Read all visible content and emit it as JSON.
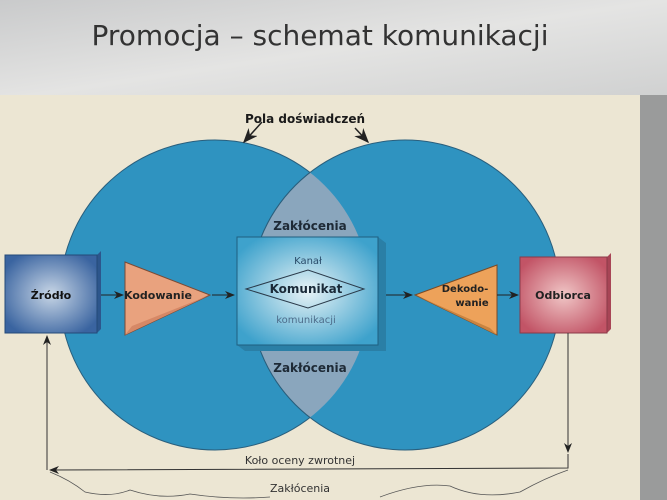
{
  "slide": {
    "title": "Promocja – schemat komunikacji"
  },
  "diagram": {
    "fields_label": "Pola doświadczeń",
    "noise_top": "Zakłócenia",
    "noise_bottom": "Zakłócenia",
    "noise_feedback": "Zakłócenia",
    "source": "Źródło",
    "encoding": "Kodowanie",
    "channel_top": "Kanał",
    "message": "Komunikat",
    "channel_bottom": "komunikacji",
    "decoding_line1": "Dekodo-",
    "decoding_line2": "wanie",
    "receiver": "Odbiorca",
    "feedback": "Koło oceny zwrotnej"
  },
  "colors": {
    "circle": "#2f93c0",
    "overlap": "#8aa6bd",
    "source": "#3d6fa8",
    "encoding": "#e9a27e",
    "channel": "#4fb0d6",
    "decoding": "#eda25a",
    "receiver": "#c35a68",
    "panel": "#ece6d3"
  }
}
